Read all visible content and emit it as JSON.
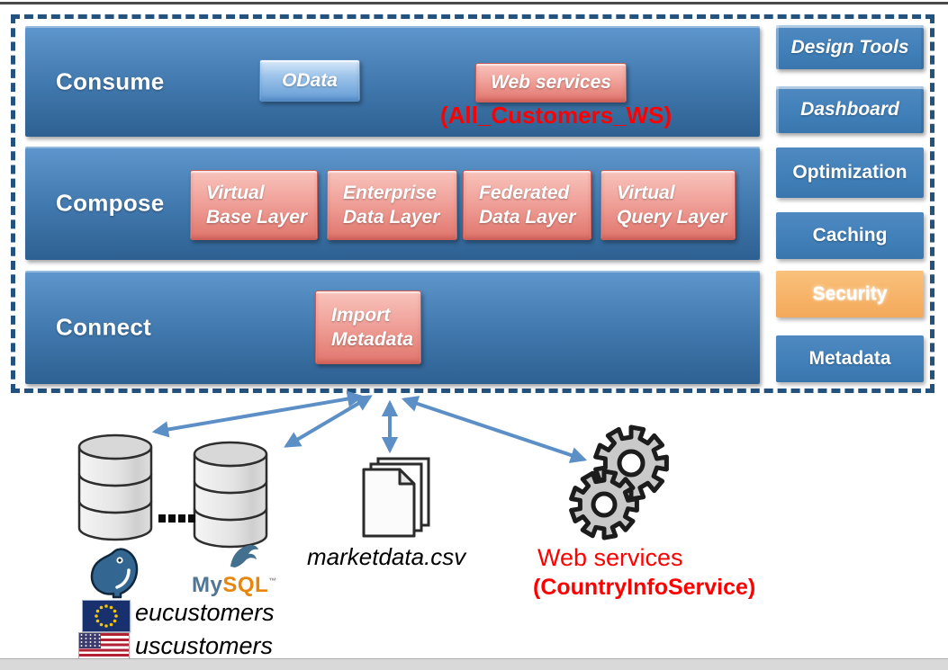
{
  "platform": {
    "rows": [
      {
        "label": "Consume"
      },
      {
        "label": "Compose"
      },
      {
        "label": "Connect"
      }
    ],
    "consume": {
      "odata": "OData",
      "web_services": "Web services",
      "annotation": "(All_Customers_WS)"
    },
    "compose": {
      "buttons": [
        {
          "line1": "Virtual",
          "line2": "Base Layer"
        },
        {
          "line1": "Enterprise",
          "line2": "Data Layer"
        },
        {
          "line1": "Federated",
          "line2": "Data Layer"
        },
        {
          "line1": "Virtual",
          "line2": "Query Layer"
        }
      ]
    },
    "connect": {
      "import_metadata": {
        "line1": "Import",
        "line2": "Metadata"
      }
    },
    "side_panel": [
      {
        "label": "Design Tools"
      },
      {
        "label": "Dashboard"
      },
      {
        "label": "Optimization"
      },
      {
        "label": "Caching"
      },
      {
        "label": "Security"
      },
      {
        "label": "Metadata"
      }
    ]
  },
  "sources": {
    "databases": {
      "ellipsis_dots": 4,
      "mysql": {
        "label_my": "My",
        "label_sql": "SQL",
        "trademark": "™"
      },
      "schemas": [
        {
          "flag": "eu-flag-icon",
          "name": "eucustomers"
        },
        {
          "flag": "us-flag-icon",
          "name": "uscustomers"
        }
      ]
    },
    "flat_file": {
      "label": "marketdata.csv"
    },
    "web_service": {
      "label": "Web services",
      "annotation": "(CountryInfoService)"
    }
  },
  "icons": {
    "database": "database-cylinder-icon",
    "postgresql": "postgresql-elephant-icon",
    "mysql_dolphin": "mysql-dolphin-icon",
    "eu_flag": "eu-flag-icon",
    "us_flag": "us-flag-icon",
    "csv_file": "document-stack-icon",
    "web_service_gears": "gears-icon"
  },
  "colors": {
    "layer_blue_top": "#5e97cd",
    "layer_blue_bottom": "#2e6192",
    "button_red": "#e0756c",
    "button_odata_blue": "#649cd5",
    "security_orange": "#f6b267",
    "annotation_red": "#ff0000",
    "arrow_blue": "#5d8fc7",
    "dashed_border": "#24527e"
  }
}
